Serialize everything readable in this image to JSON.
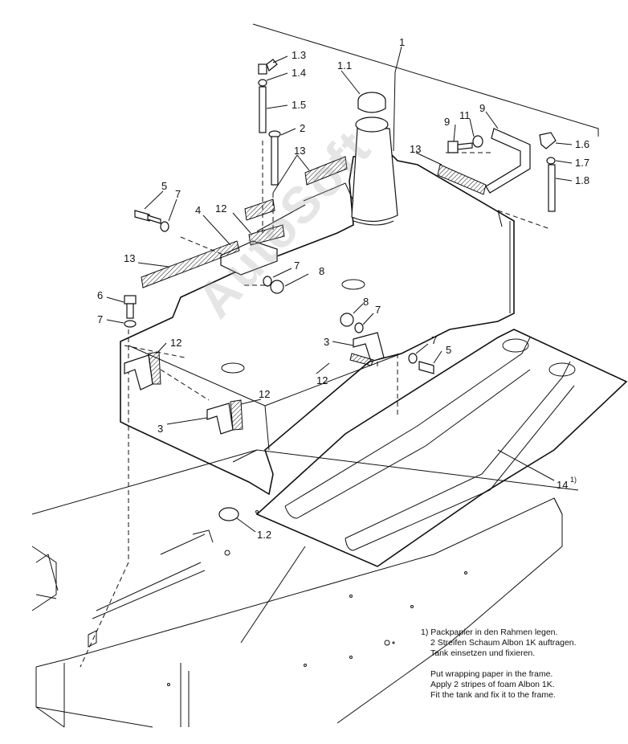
{
  "callouts": {
    "c1": "1",
    "c1_1": "1.1",
    "c1_2": "1.2",
    "c1_3": "1.3",
    "c1_4": "1.4",
    "c1_5": "1.5",
    "c1_6": "1.6",
    "c1_7": "1.7",
    "c1_8": "1.8",
    "c2": "2",
    "c3a": "3",
    "c3b": "3",
    "c4": "4",
    "c5a": "5",
    "c5b": "5",
    "c6": "6",
    "c7a": "7",
    "c7b": "7",
    "c7c": "7",
    "c7d": "7",
    "c7e": "7",
    "c8a": "8",
    "c8b": "8",
    "c9a": "9",
    "c9b": "9",
    "c11": "11",
    "c12a": "12",
    "c12b": "12",
    "c12c": "12",
    "c12d": "12",
    "c13a": "13",
    "c13b": "13",
    "c13c": "13",
    "c14": "14",
    "c14_sup": "1)"
  },
  "notes": {
    "de_line1": "1) Packpapier in den Rahmen legen.",
    "de_line2": "2 Streifen Schaum Albon 1K auftragen.",
    "de_line3": "Tank einsetzen und fixieren.",
    "en_line1": "Put wrapping paper in the frame.",
    "en_line2": "Apply 2 stripes of foam Albon 1K.",
    "en_line3": "Fit the tank and fix it to the frame."
  },
  "watermark": "AutoSoft"
}
